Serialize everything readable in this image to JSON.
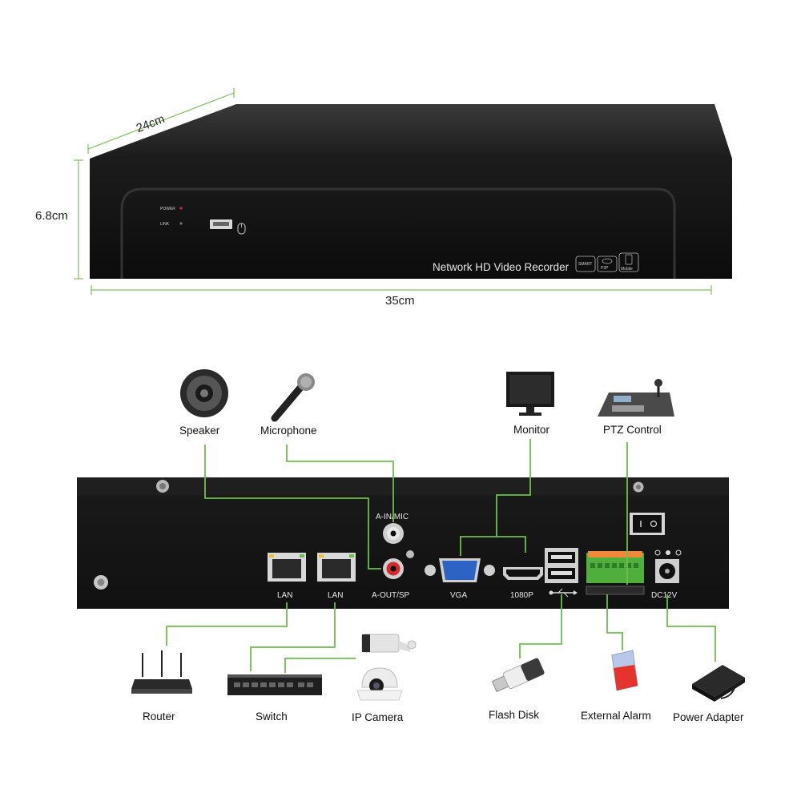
{
  "dimensions": {
    "depth": "24cm",
    "height": "6.8cm",
    "width": "35cm"
  },
  "front_panel": {
    "power_label": "POWER",
    "link_label": "LINK",
    "title": "Network HD Video Recorder",
    "badges": [
      "SMART",
      "P2P",
      "Mobile"
    ]
  },
  "back_panel": {
    "port_labels": {
      "lan1": "LAN",
      "lan2": "LAN",
      "audio_in": "A-IN/MIC",
      "audio_out": "A-OUT/SP",
      "vga": "VGA",
      "hdmi": "1080P",
      "dc": "DC12V"
    }
  },
  "devices": {
    "speaker": "Speaker",
    "microphone": "Microphone",
    "monitor": "Monitor",
    "ptz": "PTZ Control",
    "router": "Router",
    "switch": "Switch",
    "ip_camera": "IP Camera",
    "flash_disk": "Flash Disk",
    "external_alarm": "External Alarm",
    "power_adapter": "Power Adapter"
  },
  "colors": {
    "wire": "#6cc04a",
    "chassis": "#151515",
    "terminal": "#4fae3c"
  }
}
